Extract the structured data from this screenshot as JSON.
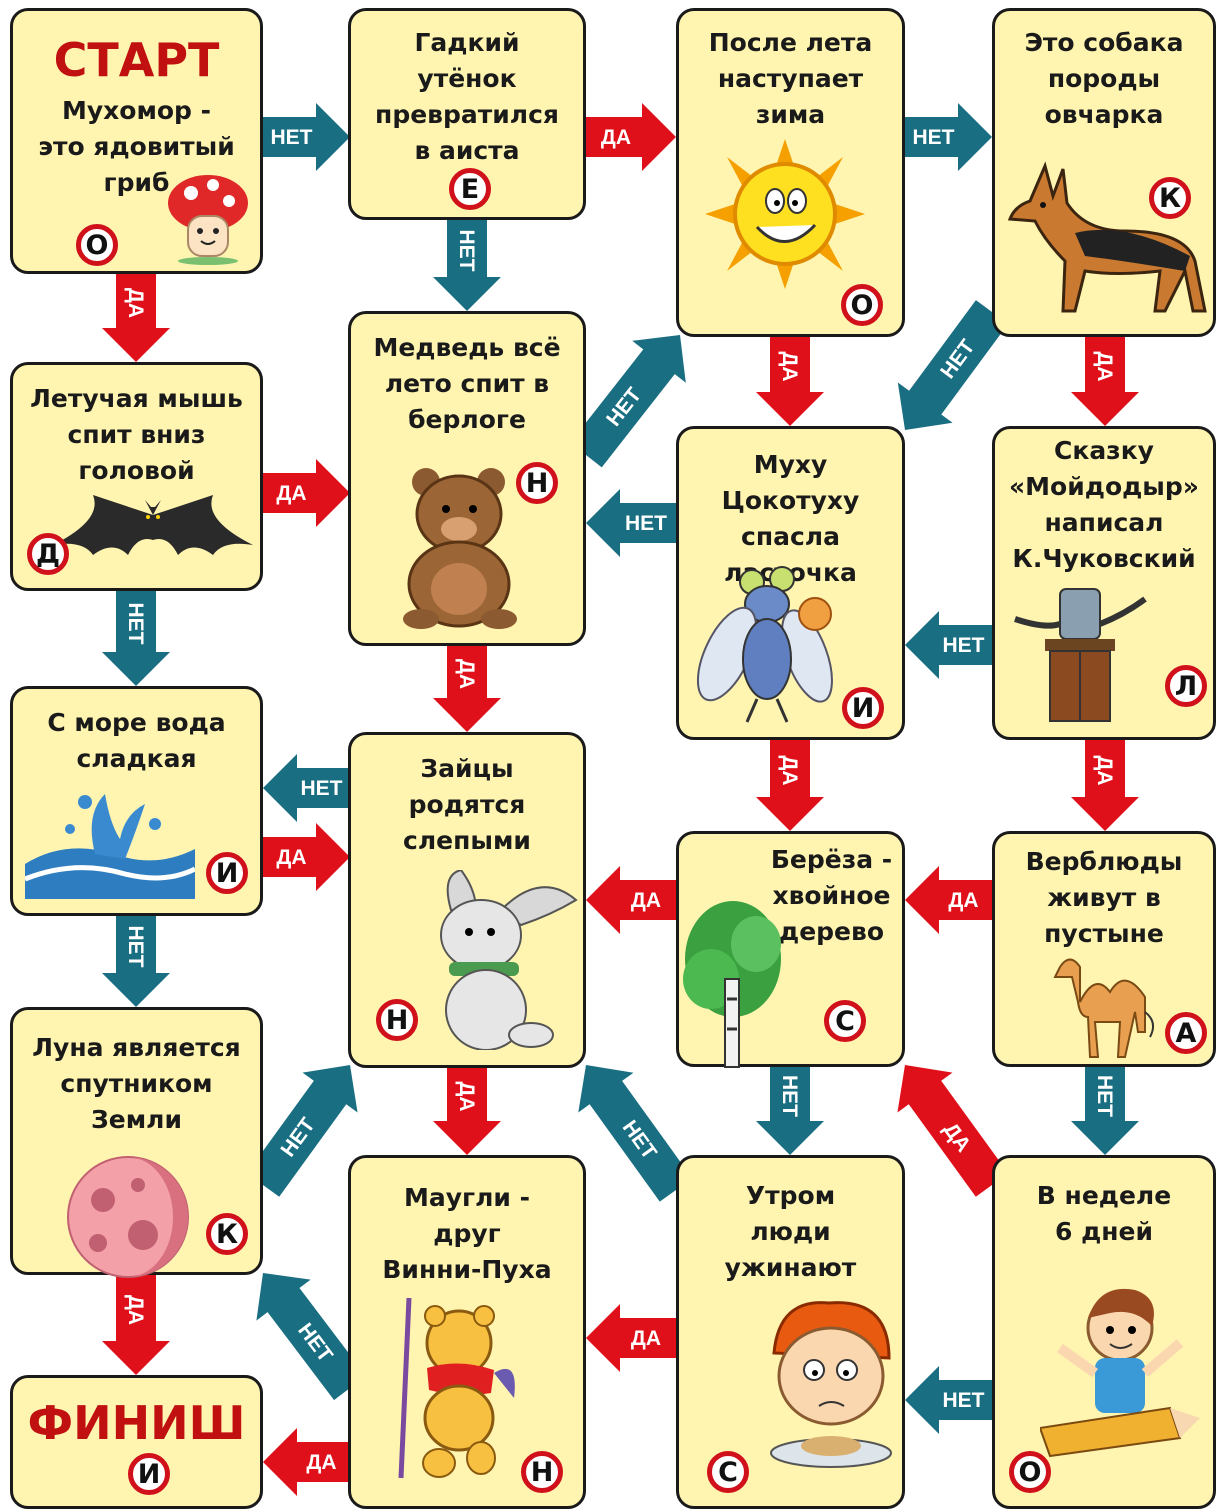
{
  "answers": {
    "yes": "ДА",
    "no": "НЕТ"
  },
  "colors": {
    "yes": "#e0101a",
    "no": "#196e82",
    "card": "#fff5b0",
    "letter_ring": "#d0101a",
    "title": "#c01010"
  },
  "cards": {
    "start": {
      "title": "СТАРТ",
      "question": "Мухомор -\nэто ядовитый\nгриб",
      "letter": "О",
      "picture": "mushroom"
    },
    "duckling": {
      "question": "Гадкий утёнок\nпревратился\nв аиста",
      "letter": "Е"
    },
    "summer": {
      "question": "После лета\nнаступает\nзима",
      "letter": "О",
      "picture": "sun"
    },
    "dog": {
      "question": "Это собака\nпороды\nовчарка",
      "letter": "К",
      "picture": "shepherd-dog"
    },
    "bat": {
      "question": "Летучая мышь\nспит вниз\nголовой",
      "letter": "Д",
      "picture": "bat"
    },
    "bear": {
      "question": "Медведь всё\nлето спит в\nберлоге",
      "letter": "Н",
      "picture": "bear"
    },
    "fly": {
      "question": "Муху Цокотуху\nспасла\nласточка",
      "letter": "И",
      "picture": "fly"
    },
    "tale": {
      "question": "Сказку\n«Мойдодыр»\nнаписал\nК.Чуковский",
      "letter": "Л",
      "picture": "washstand"
    },
    "sea": {
      "question": "С море вода\nсладкая",
      "letter": "И",
      "picture": "water-splash"
    },
    "hares": {
      "question": "Зайцы\nродятся\nслепыми",
      "letter": "Н",
      "picture": "hare"
    },
    "birch": {
      "question": "Берёза -\nхвойное\nдерево",
      "letter": "С",
      "picture": "birch"
    },
    "camel": {
      "question": "Верблюды\nживут в\nпустыне",
      "letter": "А",
      "picture": "camel"
    },
    "moon": {
      "question": "Луна является\nспутником\nЗемли",
      "letter": "К",
      "picture": "moon"
    },
    "mowgli": {
      "question": "Маугли -\nдруг\nВинни-Пуха",
      "letter": "Н",
      "picture": "winnie-the-pooh"
    },
    "morning": {
      "question": "Утром\nлюди\nужинают",
      "letter": "С",
      "picture": "sad-boy"
    },
    "week": {
      "question": "В  неделе\n6 дней",
      "letter": "О",
      "picture": "boy-on-pencil"
    },
    "finish": {
      "title": "ФИНИШ",
      "letter": "И"
    }
  }
}
